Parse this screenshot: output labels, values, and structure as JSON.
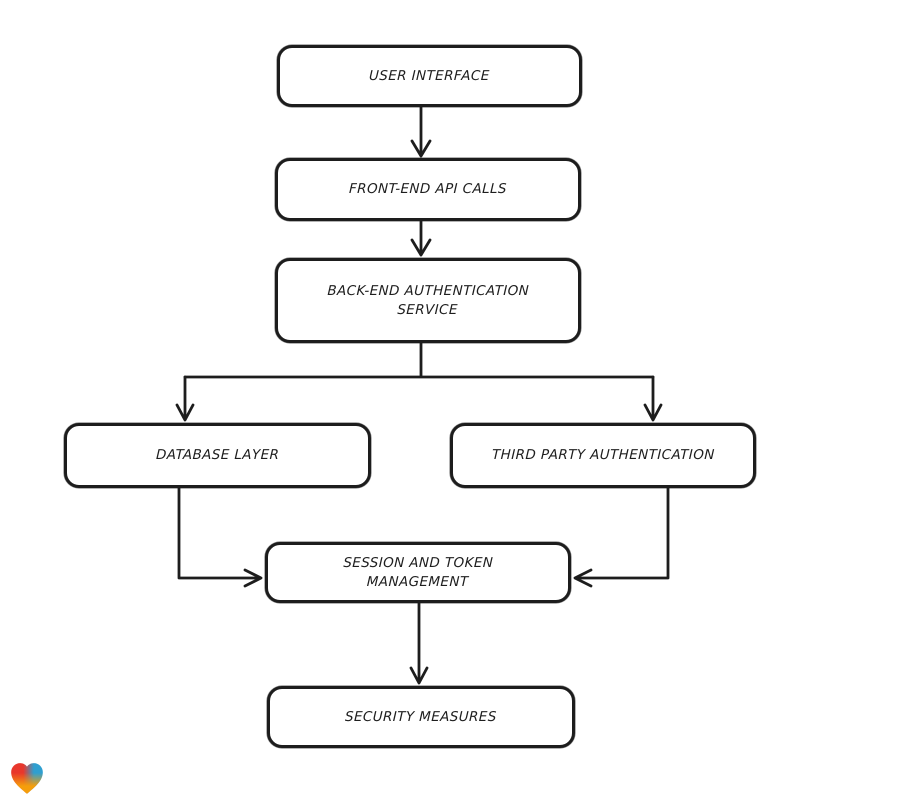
{
  "diagram": {
    "type": "flowchart",
    "nodes": [
      {
        "id": "user-interface",
        "label": "USER INTERFACE"
      },
      {
        "id": "front-end-api-calls",
        "label": "FRONT-END API CALLS"
      },
      {
        "id": "back-end-authentication-service",
        "label": "BACK-END AUTHENTICATION\nSERVICE"
      },
      {
        "id": "database-layer",
        "label": "DATABASE LAYER"
      },
      {
        "id": "third-party-authentication",
        "label": "THIRD PARTY AUTHENTICATION"
      },
      {
        "id": "session-and-token-management",
        "label": "SESSION AND TOKEN\nMANAGEMENT"
      },
      {
        "id": "security-measures",
        "label": "SECURITY MEASURES"
      }
    ],
    "edges": [
      {
        "from": "user-interface",
        "to": "front-end-api-calls"
      },
      {
        "from": "front-end-api-calls",
        "to": "back-end-authentication-service"
      },
      {
        "from": "back-end-authentication-service",
        "to": "database-layer"
      },
      {
        "from": "back-end-authentication-service",
        "to": "third-party-authentication"
      },
      {
        "from": "database-layer",
        "to": "session-and-token-management"
      },
      {
        "from": "third-party-authentication",
        "to": "session-and-token-management"
      },
      {
        "from": "session-and-token-management",
        "to": "security-measures"
      }
    ],
    "colors": {
      "background": "#ffffff",
      "node_fill": "#ffffff",
      "node_stroke": "#1d1d1d",
      "arrow": "#1d1d1d",
      "text": "#1e1e1e"
    }
  },
  "logo": {
    "icon": "heart-icon",
    "gradient": [
      "#e8372c",
      "#f59e0b",
      "#2f9fd0"
    ]
  }
}
